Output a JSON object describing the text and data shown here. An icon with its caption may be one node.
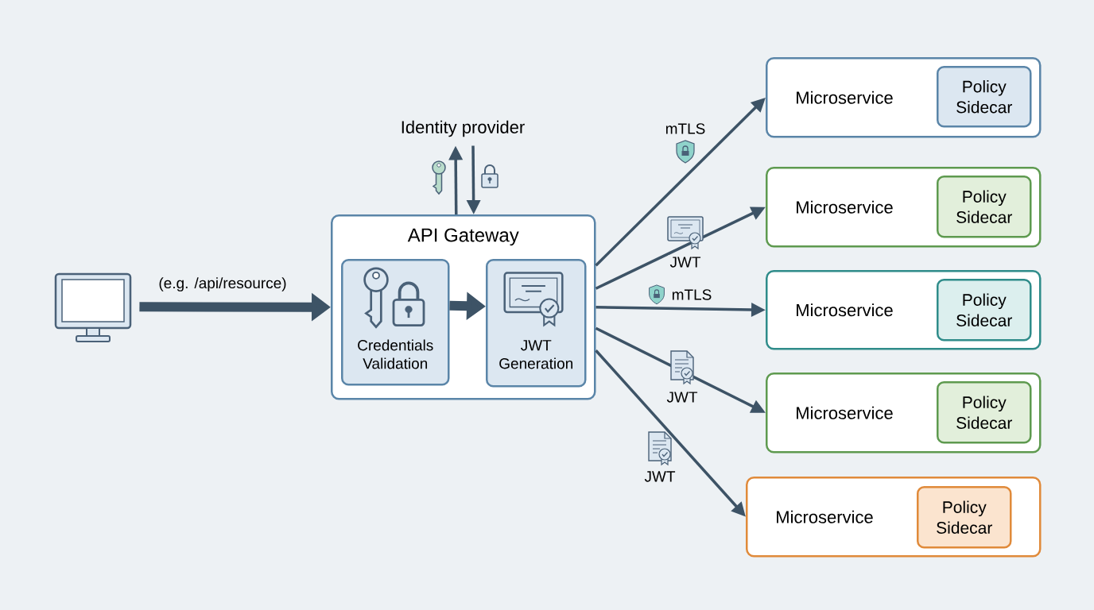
{
  "diagram": {
    "nodes": [
      {
        "text": [],
        "shape": "monitor"
      },
      {
        "text": [
          "Identity provider"
        ]
      },
      {
        "text": [
          "API Gateway"
        ]
      },
      {
        "text": [
          "Credentials Validation"
        ],
        "in": 2
      },
      {
        "text": [
          "JWT Generation"
        ],
        "in": 2
      },
      {
        "text": [
          "Microservice"
        ]
      },
      {
        "text": [
          "Policy Sidecar"
        ],
        "in": 5
      },
      {
        "text": [
          "Microservice"
        ]
      },
      {
        "text": [
          "Policy Sidecar"
        ],
        "in": 7
      },
      {
        "text": [
          "Microservice"
        ]
      },
      {
        "text": [
          "Policy Sidecar"
        ],
        "in": 9
      },
      {
        "text": [
          "Microservice"
        ]
      },
      {
        "text": [
          "Policy Sidecar"
        ],
        "in": 11
      },
      {
        "text": [
          "Microservice"
        ]
      },
      {
        "text": [
          "Policy Sidecar"
        ],
        "in": 13
      }
    ],
    "edges": [
      {
        "from": 0,
        "to": 2,
        "arrow": "to",
        "label": "(e.g. /api/resource)",
        "style": "thick"
      },
      {
        "from": 2,
        "to": 1,
        "arrow": "to"
      },
      {
        "from": 1,
        "to": 2,
        "arrow": "to"
      },
      {
        "from": 3,
        "to": 4,
        "arrow": "to",
        "style": "thick"
      },
      {
        "from": 2,
        "to": 5,
        "arrow": "to",
        "label": "mTLS"
      },
      {
        "from": 2,
        "to": 7,
        "arrow": "to",
        "label": "JWT"
      },
      {
        "from": 2,
        "to": 9,
        "arrow": "to",
        "label": "mTLS"
      },
      {
        "from": 2,
        "to": 11,
        "arrow": "to",
        "label": "JWT"
      },
      {
        "from": 2,
        "to": 13,
        "arrow": "to",
        "label": "JWT"
      }
    ]
  }
}
